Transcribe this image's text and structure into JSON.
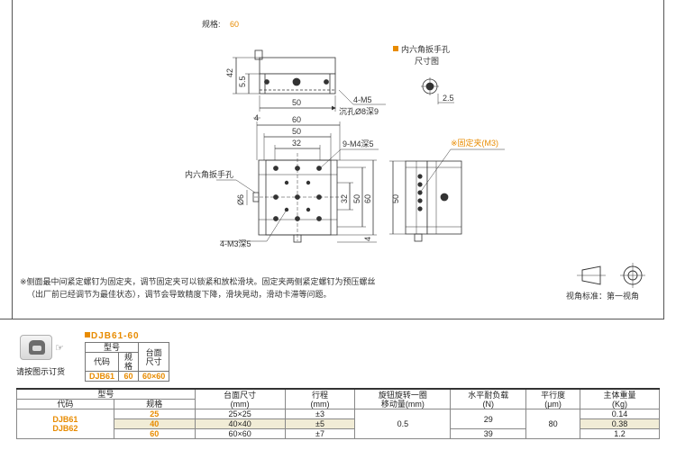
{
  "drawing": {
    "spec_label": "规格:",
    "spec_value": "60",
    "hex_hole_title": "内六角扳手孔",
    "hex_hole_subtitle": "尺寸图",
    "dim_2_5": "2.5",
    "dim_42": "42",
    "dim_5_5": "5.5",
    "dim_50_side": "50",
    "screw_4m5": "4-M5",
    "counterbore": "沉孔Ø8深9",
    "dim_4_top": "4",
    "dim_60": "60",
    "dim_50": "50",
    "dim_32": "32",
    "screw_9m4": "9-M4深5",
    "hex_key_label": "内六角扳手孔",
    "dim_phi6": "Ø6",
    "dim_32_v": "32",
    "dim_50_v": "50",
    "dim_60_v": "60",
    "screw_4m3": "4-M3深5",
    "dim_4_bottom": "4",
    "clamp_label": "※固定夹(M3)",
    "dim_50_right": "50",
    "note_line1": "※侧面最中间紧定螺钉为固定夹，调节固定夹可以锁紧和放松滑块。固定夹两侧紧定螺钉为预压螺丝",
    "note_line2": "（出厂前已经调节为最佳状态），调节会导致精度下降，滑块晃动，滑动卡滞等问题。",
    "projection_label": "视角标准：第一视角"
  },
  "order": {
    "caption": "请按图示订货",
    "hand": "☞",
    "series_title": "DJB61-60",
    "headers": {
      "model": "型号",
      "code": "代码",
      "spec": "规格",
      "table_size": "台面尺寸"
    },
    "example": {
      "code": "DJB61",
      "spec": "60",
      "size": "60×60"
    }
  },
  "spec_table": {
    "headers": {
      "model": "型号",
      "code": "代码",
      "spec": "规格",
      "table_size": "台面尺寸",
      "table_size_unit": "(mm)",
      "stroke": "行程",
      "stroke_unit": "(mm)",
      "knob": "旋钮旋转一圈",
      "knob_unit": "移动量(mm)",
      "load": "水平耐负载",
      "load_unit": "(N)",
      "parallel": "平行度",
      "parallel_unit": "(μm)",
      "weight": "主体重量",
      "weight_unit": "(Kg)"
    },
    "codes": [
      "DJB61",
      "DJB62"
    ],
    "knob_value": "0.5",
    "load_shared": "29",
    "parallel_value": "80",
    "rows": [
      {
        "spec": "25",
        "size": "25×25",
        "stroke": "±3",
        "weight": "0.14"
      },
      {
        "spec": "40",
        "size": "40×40",
        "stroke": "±5",
        "weight": "0.38"
      },
      {
        "spec": "60",
        "size": "60×60",
        "stroke": "±7",
        "load": "39",
        "weight": "1.2"
      }
    ]
  }
}
